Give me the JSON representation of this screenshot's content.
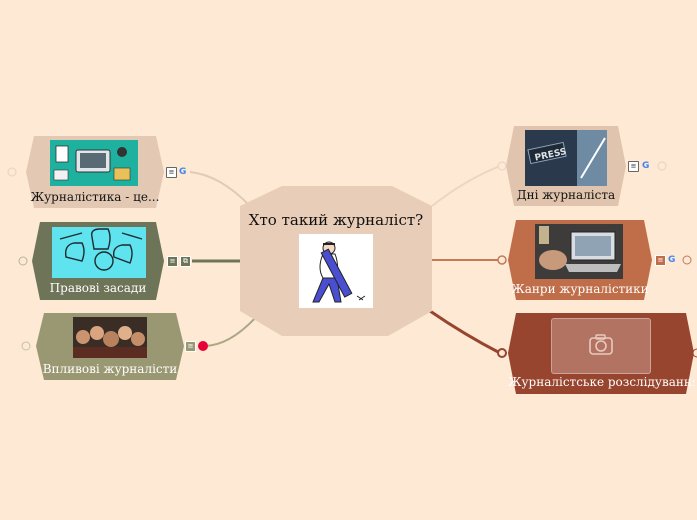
{
  "central": {
    "title": "Хто такий журналіст?"
  },
  "topics": {
    "left": [
      {
        "label": "Журналістика - це..."
      },
      {
        "label": "Правові засади"
      },
      {
        "label": "Впливові журналісти"
      }
    ],
    "right": [
      {
        "label": "Дні журналіста"
      },
      {
        "label": "Жанри журналістики"
      },
      {
        "label": "Журналістське розслідування"
      }
    ]
  },
  "colors": {
    "background": "#fde9d4",
    "central": "#e8cdb8",
    "node_beige": "#e3c8b4",
    "node_olive": "#6e7458",
    "node_khaki": "#9a9872",
    "node_tan": "#e1c4ad",
    "node_copper": "#bf6e49",
    "node_rust": "#98452f",
    "marker_red": "#e8003a"
  },
  "icons": [
    "notes-icon",
    "google-icon",
    "link-icon",
    "camera-icon"
  ]
}
